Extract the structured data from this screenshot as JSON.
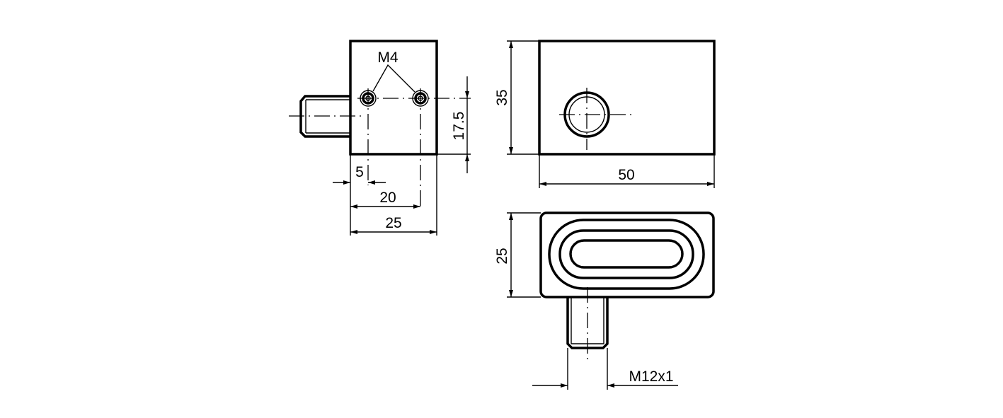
{
  "drawing": {
    "colors": {
      "line": "#000000",
      "background": "#ffffff"
    },
    "side_view": {
      "thread_label": "M4",
      "dim_hole_height": "17.5",
      "dim_hole_offset": "5",
      "dim_hole_spacing": "20",
      "dim_width": "25"
    },
    "front_view": {
      "dim_height": "35",
      "dim_length": "50"
    },
    "bottom_view": {
      "dim_depth": "25",
      "thread_label": "M12x1"
    }
  }
}
